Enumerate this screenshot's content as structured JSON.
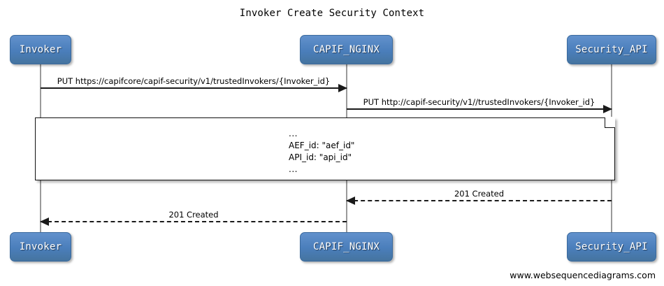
{
  "diagram": {
    "title": "Invoker Create Security Context",
    "footer": "www.websequencediagrams.com",
    "accent_color": "#4a7ebb",
    "line_color": "#1a1a1a",
    "lifeline_color": "#9a9a9a"
  },
  "participants": [
    {
      "id": "invoker",
      "label": "Invoker"
    },
    {
      "id": "capif_nginx",
      "label": "CAPIF_NGINX"
    },
    {
      "id": "security_api",
      "label": "Security_API"
    }
  ],
  "participants_bottom": [
    {
      "id": "invoker",
      "label": "Invoker"
    },
    {
      "id": "capif_nginx",
      "label": "CAPIF_NGINX"
    },
    {
      "id": "security_api",
      "label": "Security_API"
    }
  ],
  "messages": [
    {
      "id": "m1",
      "from": "invoker",
      "to": "capif_nginx",
      "direction": "right",
      "style": "solid",
      "label": "PUT https://capifcore/capif-security/v1/trustedInvokers/{Invoker_id}"
    },
    {
      "id": "m2",
      "from": "capif_nginx",
      "to": "security_api",
      "direction": "right",
      "style": "solid",
      "label": "PUT http://capif-security/v1//trustedInvokers/{Invoker_id}"
    },
    {
      "id": "m3",
      "from": "security_api",
      "to": "capif_nginx",
      "direction": "left",
      "style": "dashed",
      "label": "201 Created"
    },
    {
      "id": "m4",
      "from": "capif_nginx",
      "to": "invoker",
      "direction": "left",
      "style": "dashed",
      "label": "201 Created"
    }
  ],
  "note": {
    "lines": [
      "...",
      "AEF_id: \"aef_id\"",
      "API_id: \"api_id\"",
      "..."
    ]
  }
}
